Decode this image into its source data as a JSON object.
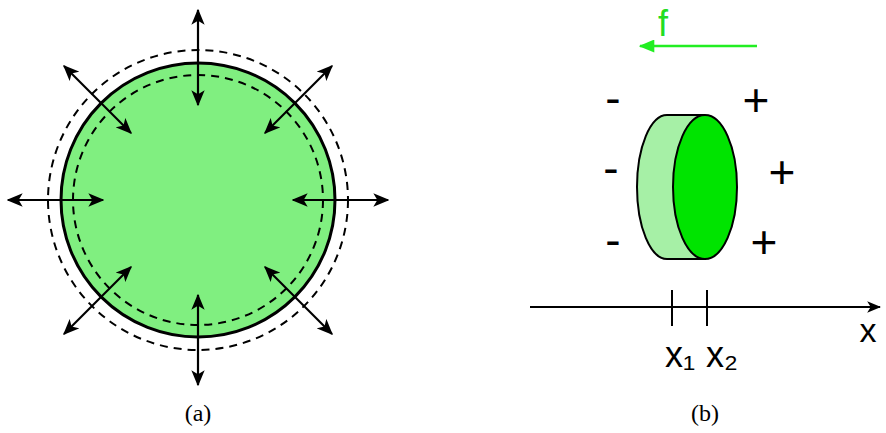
{
  "diagram": {
    "labels": [
      "(a)",
      "f",
      "-",
      "-",
      "-",
      "+",
      "+",
      "+",
      "x",
      "x₁",
      "x₂",
      "(b)"
    ]
  }
}
